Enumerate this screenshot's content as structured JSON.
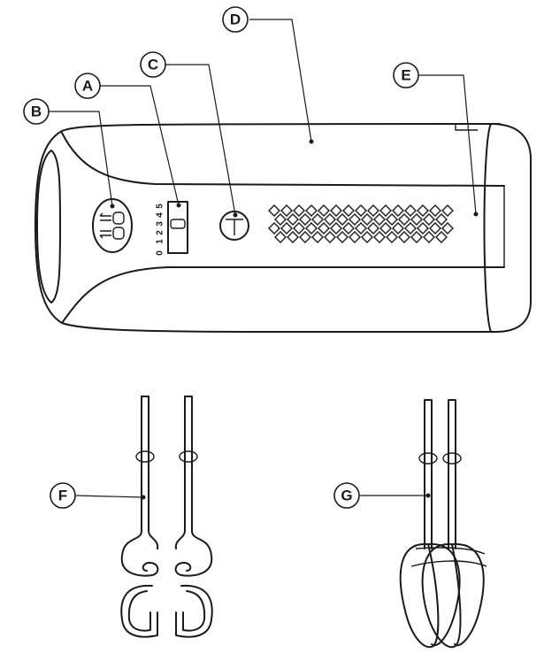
{
  "callouts": {
    "A": "A",
    "B": "B",
    "C": "C",
    "D": "D",
    "E": "E",
    "F": "F",
    "G": "G"
  },
  "speed_scale": [
    "0",
    "1",
    "2",
    "3",
    "4",
    "5"
  ]
}
